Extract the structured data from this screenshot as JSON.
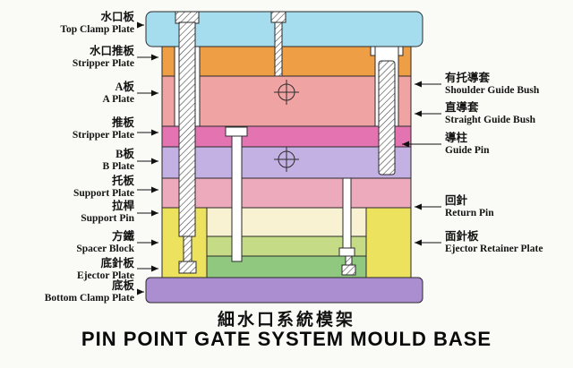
{
  "titles": {
    "chinese": "細水口系統模架",
    "english": "PIN POINT GATE SYSTEM MOULD BASE"
  },
  "left_labels": [
    {
      "cn": "水口板",
      "en": "Top Clamp Plate"
    },
    {
      "cn": "水口推板",
      "en": "Stripper Plate"
    },
    {
      "cn": "A板",
      "en": "A Plate"
    },
    {
      "cn": "推板",
      "en": "Stripper Plate"
    },
    {
      "cn": "B板",
      "en": "B Plate"
    },
    {
      "cn": "托板",
      "en": "Support Plate"
    },
    {
      "cn": "拉桿",
      "en": "Support Pin"
    },
    {
      "cn": "方鐵",
      "en": "Spacer Block"
    },
    {
      "cn": "底針板",
      "en": "Ejector Plate"
    },
    {
      "cn": "底板",
      "en": "Bottom Clamp Plate"
    }
  ],
  "right_labels": [
    {
      "cn": "有托導套",
      "en": "Shoulder Guide Bush"
    },
    {
      "cn": "直導套",
      "en": "Straight Guide Bush"
    },
    {
      "cn": "導柱",
      "en": "Guide Pin"
    },
    {
      "cn": "回針",
      "en": "Return Pin"
    },
    {
      "cn": "面針板",
      "en": "Ejector Retainer Plate"
    }
  ],
  "colors": {
    "top_clamp_plate": "#a5dcee",
    "stripper_plate_top": "#ee9e44",
    "a_plate": "#efa3a3",
    "stripper_plate_mid": "#e473b2",
    "b_plate": "#c2b1e2",
    "support_plate": "#eeaabd",
    "spacer_block": "#ece25d",
    "cavity": "#f8f2d2",
    "ejector_retainer_plate": "#c6db85",
    "ejector_plate": "#8fc87e",
    "bottom_clamp_plate": "#aa8ed0"
  }
}
